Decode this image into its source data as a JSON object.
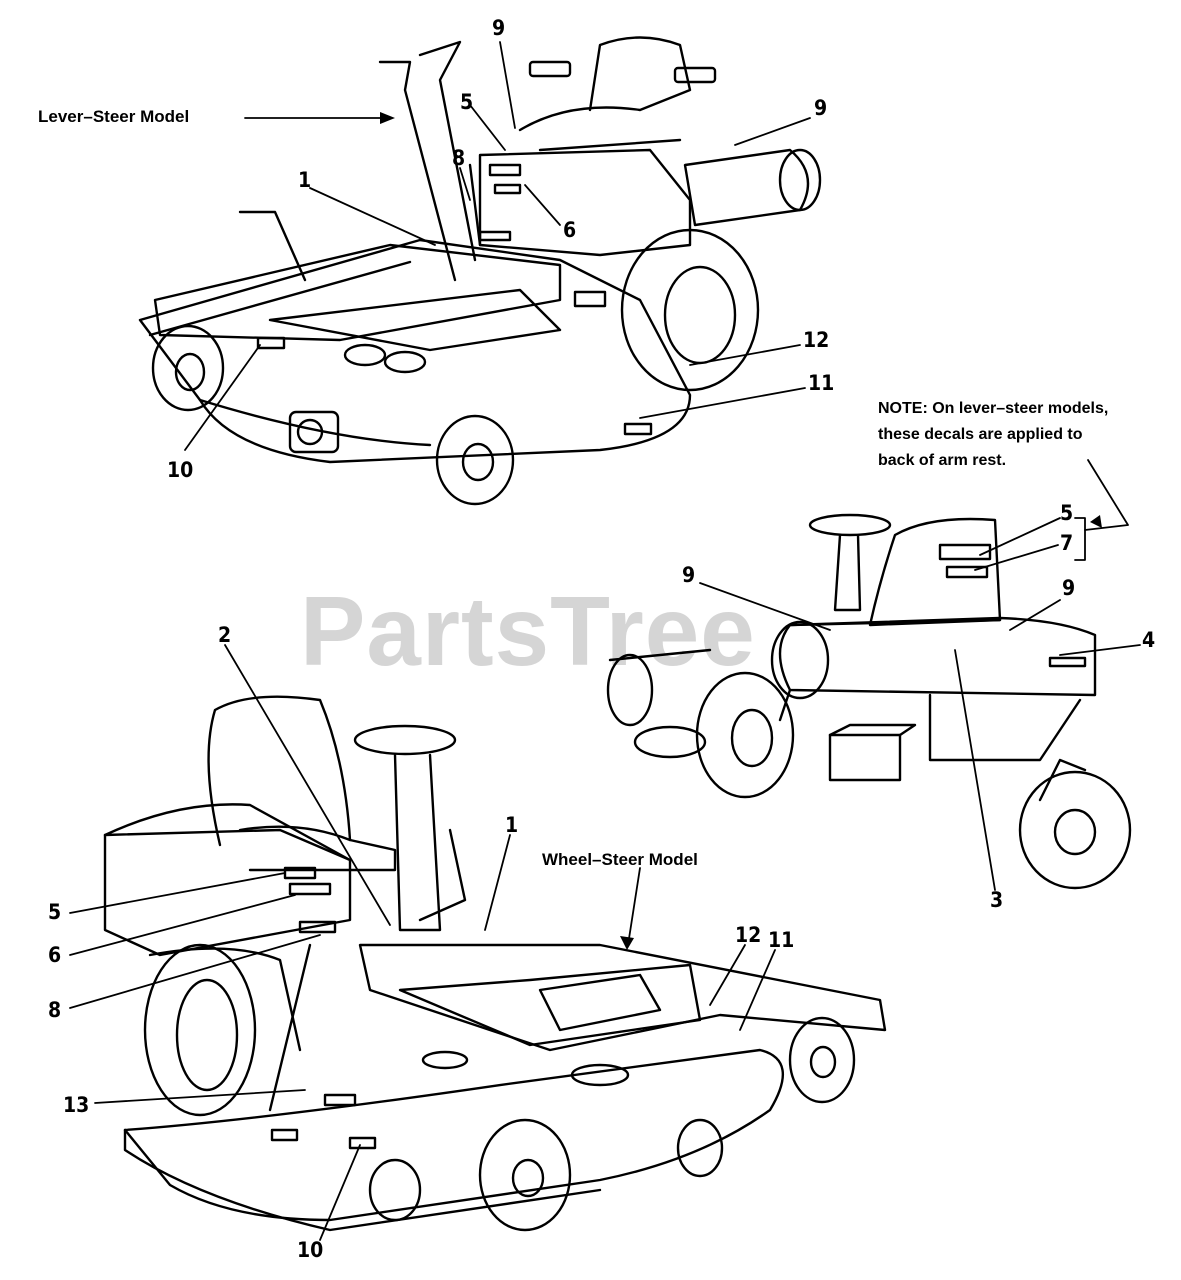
{
  "watermark": "PartsTree",
  "models": {
    "lever_steer": "Lever–Steer Model",
    "wheel_steer": "Wheel–Steer Model"
  },
  "note": {
    "line1": "NOTE: On lever–steer models,",
    "line2": "these decals are applied to",
    "line3": "back of arm rest."
  },
  "callouts": {
    "top_9a": "9",
    "top_9b": "9",
    "top_5": "5",
    "top_8": "8",
    "top_1": "1",
    "top_6": "6",
    "top_12": "12",
    "top_11": "11",
    "top_10": "10",
    "right_5": "5",
    "right_7": "7",
    "right_9a": "9",
    "right_9b": "9",
    "right_4": "4",
    "right_3": "3",
    "bot_2": "2",
    "bot_1": "1",
    "bot_5": "5",
    "bot_6": "6",
    "bot_8": "8",
    "bot_12": "12",
    "bot_11": "11",
    "bot_13": "13",
    "bot_10": "10"
  }
}
